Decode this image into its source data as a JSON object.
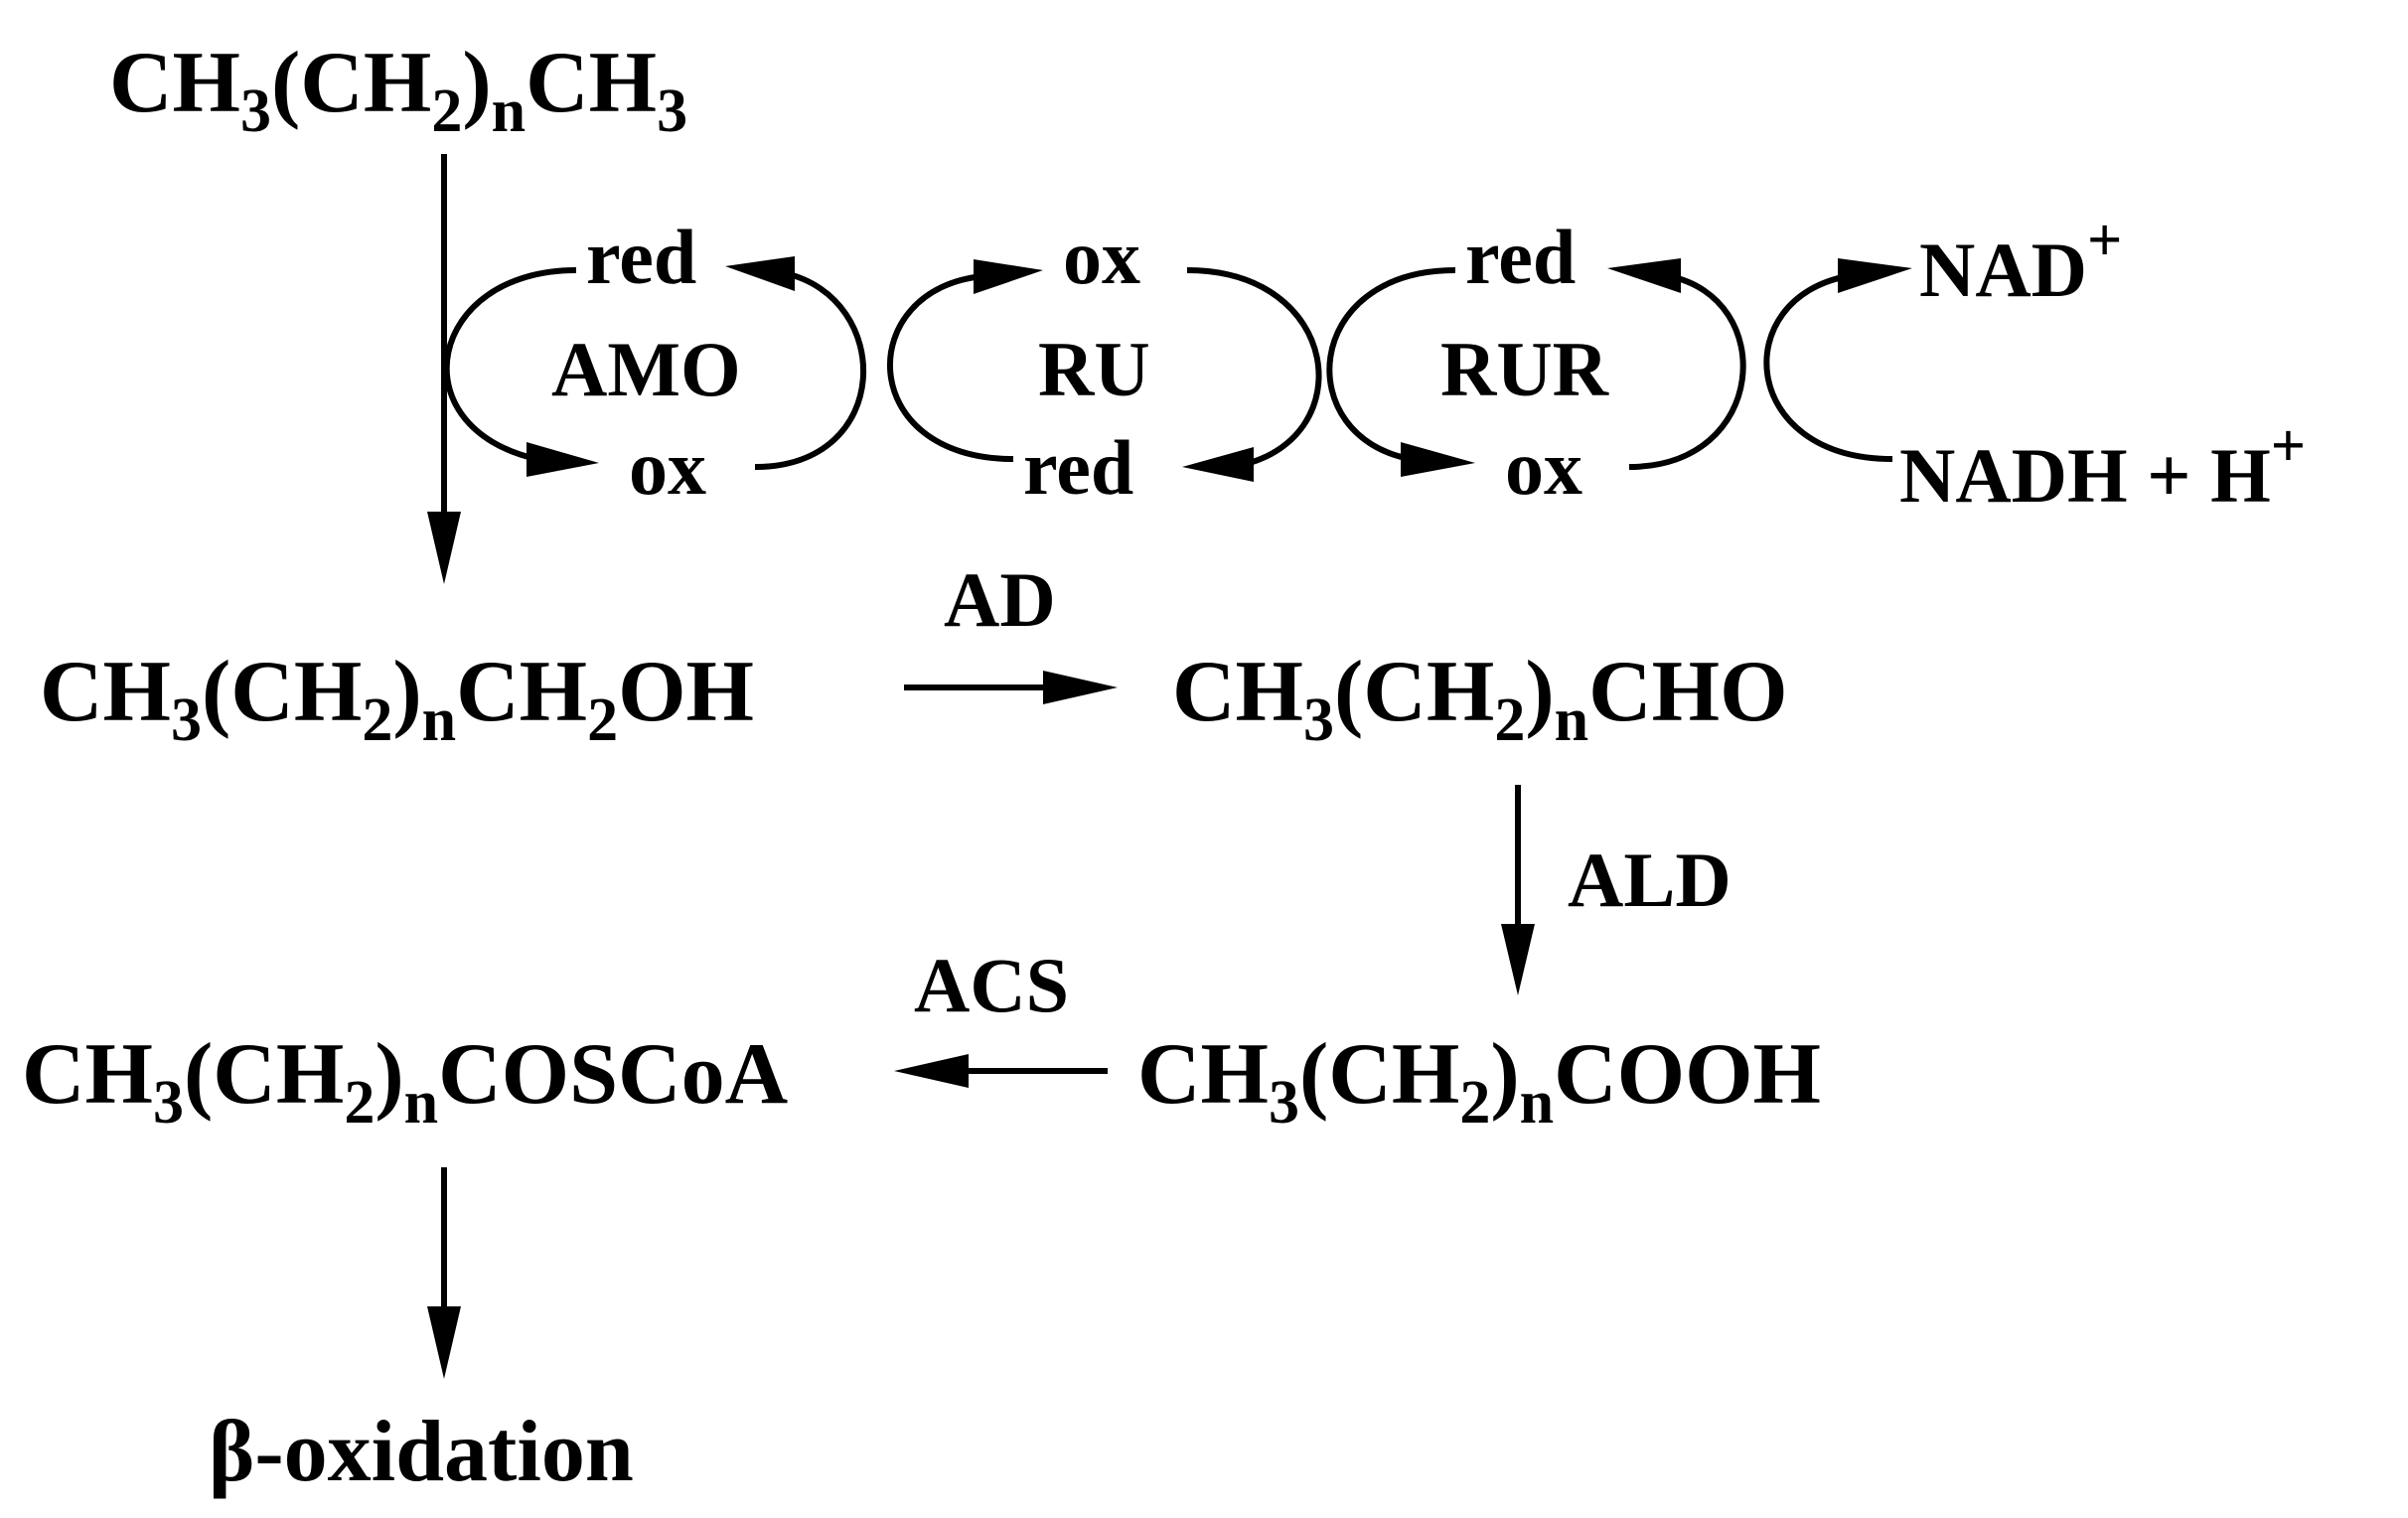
{
  "compounds": {
    "alkane": {
      "a": "CH",
      "s1": "3",
      "b": "(CH",
      "s2": "2",
      "c": ")",
      "s3": "n",
      "d": "CH",
      "s4": "3"
    },
    "alcohol": {
      "a": "CH",
      "s1": "3",
      "b": "(CH",
      "s2": "2",
      "c": ")",
      "s3": "n",
      "d": "CH",
      "s4": "2",
      "e": "OH"
    },
    "aldehyde": {
      "a": "CH",
      "s1": "3",
      "b": "(CH",
      "s2": "2",
      "c": ")",
      "s3": "n",
      "d": "CHO"
    },
    "acid": {
      "a": "CH",
      "s1": "3",
      "b": "(CH",
      "s2": "2",
      "c": ")",
      "s3": "n",
      "d": "COOH"
    },
    "acyl_coa": {
      "a": "CH",
      "s1": "3",
      "b": "(CH",
      "s2": "2",
      "c": ")",
      "s3": "n",
      "d": "COSCoA"
    },
    "beta_oxidation": "β-oxidation"
  },
  "enzymes": {
    "amo": "AMO",
    "ru": "RU",
    "rur": "RUR",
    "ad": "AD",
    "ald": "ALD",
    "acs": "ACS"
  },
  "redox": {
    "amo_red": "red",
    "amo_ox": "ox",
    "ru_ox": "ox",
    "ru_red": "red",
    "rur_red": "red",
    "rur_ox": "ox",
    "nad_plus": {
      "base": "NAD",
      "sup": "+"
    },
    "nadh": {
      "base": "NADH + H",
      "sup": "+"
    }
  }
}
